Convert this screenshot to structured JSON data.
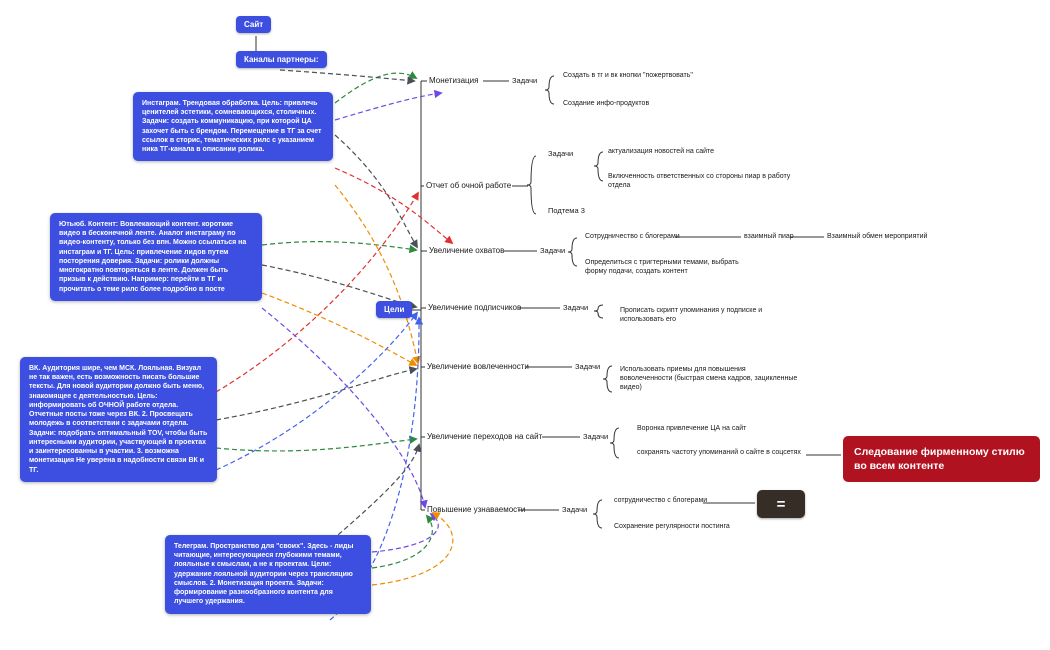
{
  "colors": {
    "node_blue": "#3c4fe0",
    "callout_red": "#b01220",
    "spine": "#333333"
  },
  "nodes": {
    "site": "Сайт",
    "channels": "Каналы партнеры:",
    "goals_root": "Цели"
  },
  "notes": {
    "instagram": "Инстаграм. Трендовая обработка.  Цель: привлечь ценителей эстетики, сомневающихся, столичных. Задачи: создать коммуникацию, при которой ЦА захочет быть с брендом. Перемещение в ТГ за счет ссылок в сторис, тематических рилс с указанием ника ТГ-канала в описании ролика.",
    "youtube": "Ютьюб. Контент: Вовлекающий контент. короткие видео в бесконечной ленте. Аналог инстаграму по видео-контенту, только без впн. Можно ссылаться на инстаграм и ТГ. Цель: привлечение лидов путем посторения доверия. Задачи: ролики должны многократно повторяться в ленте. Должен быть призыв к действию. Например: перейти в ТГ и прочитать о теме рилс более подробно в посте",
    "vk": "ВК. Аудитория шире, чем МСК. Лояльная. Визуал не так важен, есть возможность писать большие тексты. Для новой аудитории должно быть меню, знакомящее с деятельностью.  Цель: информировать об ОЧНОЙ работе отдела. Отчетные посты тоже через ВК. 2. Просвещать молодежь в соответствии с задачами отдела. Задачи: подобрать оптимальный TOV, чтобы быть интересными аудитории, участвующей в проектах и заинтересованны в участии. 3. возможна монетизация Не уверена в надобности связи ВК и ТГ.",
    "telegram": "Телеграм. Пространство для \"своих\". Здесь - лиды читающие, интересующиеся глубокими темами, лояльные к смыслам, а не к проектам. Цели: удержание лояльной аудитории через трансляцию смыслов. 2. Монетизация проекта. Задачи: формирование разнообразного контента для лучшего удержания."
  },
  "goals": [
    {
      "label": "Монетизация",
      "tasks_label": "Задачи",
      "tasks": [
        "Создать в тг и вк кнопки \"пожертвовать\"",
        "Создание инфо-продуктов"
      ]
    },
    {
      "label": "Отчет об очной работе",
      "tasks_label": "Задачи",
      "subtopic": "Подтема 3",
      "tasks": [
        "актуализация новостей на сайте",
        "Включенность ответственных со стороны пиар в работу отдела"
      ]
    },
    {
      "label": "Увеличение охватов",
      "tasks_label": "Задачи",
      "tasks": [
        "Сотрудничество с блогерами",
        "Определиться с тригтерными темами, выбрать форму подачи, создать контент"
      ],
      "chain": [
        "взаимный пиар",
        "Взаимный обмен мероприятий"
      ]
    },
    {
      "label": "Увеличение подписчиков",
      "tasks_label": "Задачи",
      "tasks": [
        "Прописать скрипт упоминания у подписке и использовать его"
      ]
    },
    {
      "label": "Увеличение вовлеченности",
      "tasks_label": "Задачи",
      "tasks": [
        "Использовать приемы для повышения воволеченности (быстрая смена кадров, зацикленные видео)"
      ]
    },
    {
      "label": "Увеличение переходов на сайт",
      "tasks_label": "Задачи",
      "tasks": [
        "Воронка привлечение ЦА на сайт",
        "сохранять частоту упоминаний о сайте в соцсетях"
      ]
    },
    {
      "label": "Повышение узнаваемости",
      "tasks_label": "Задачи",
      "tasks": [
        "сотрудничество с блогерами",
        "Сохранение регулярности постинга"
      ]
    }
  ],
  "callout": {
    "text": "Следование фирменному стилю во всем контенте"
  },
  "icons": {
    "laptop_glyph": "="
  }
}
